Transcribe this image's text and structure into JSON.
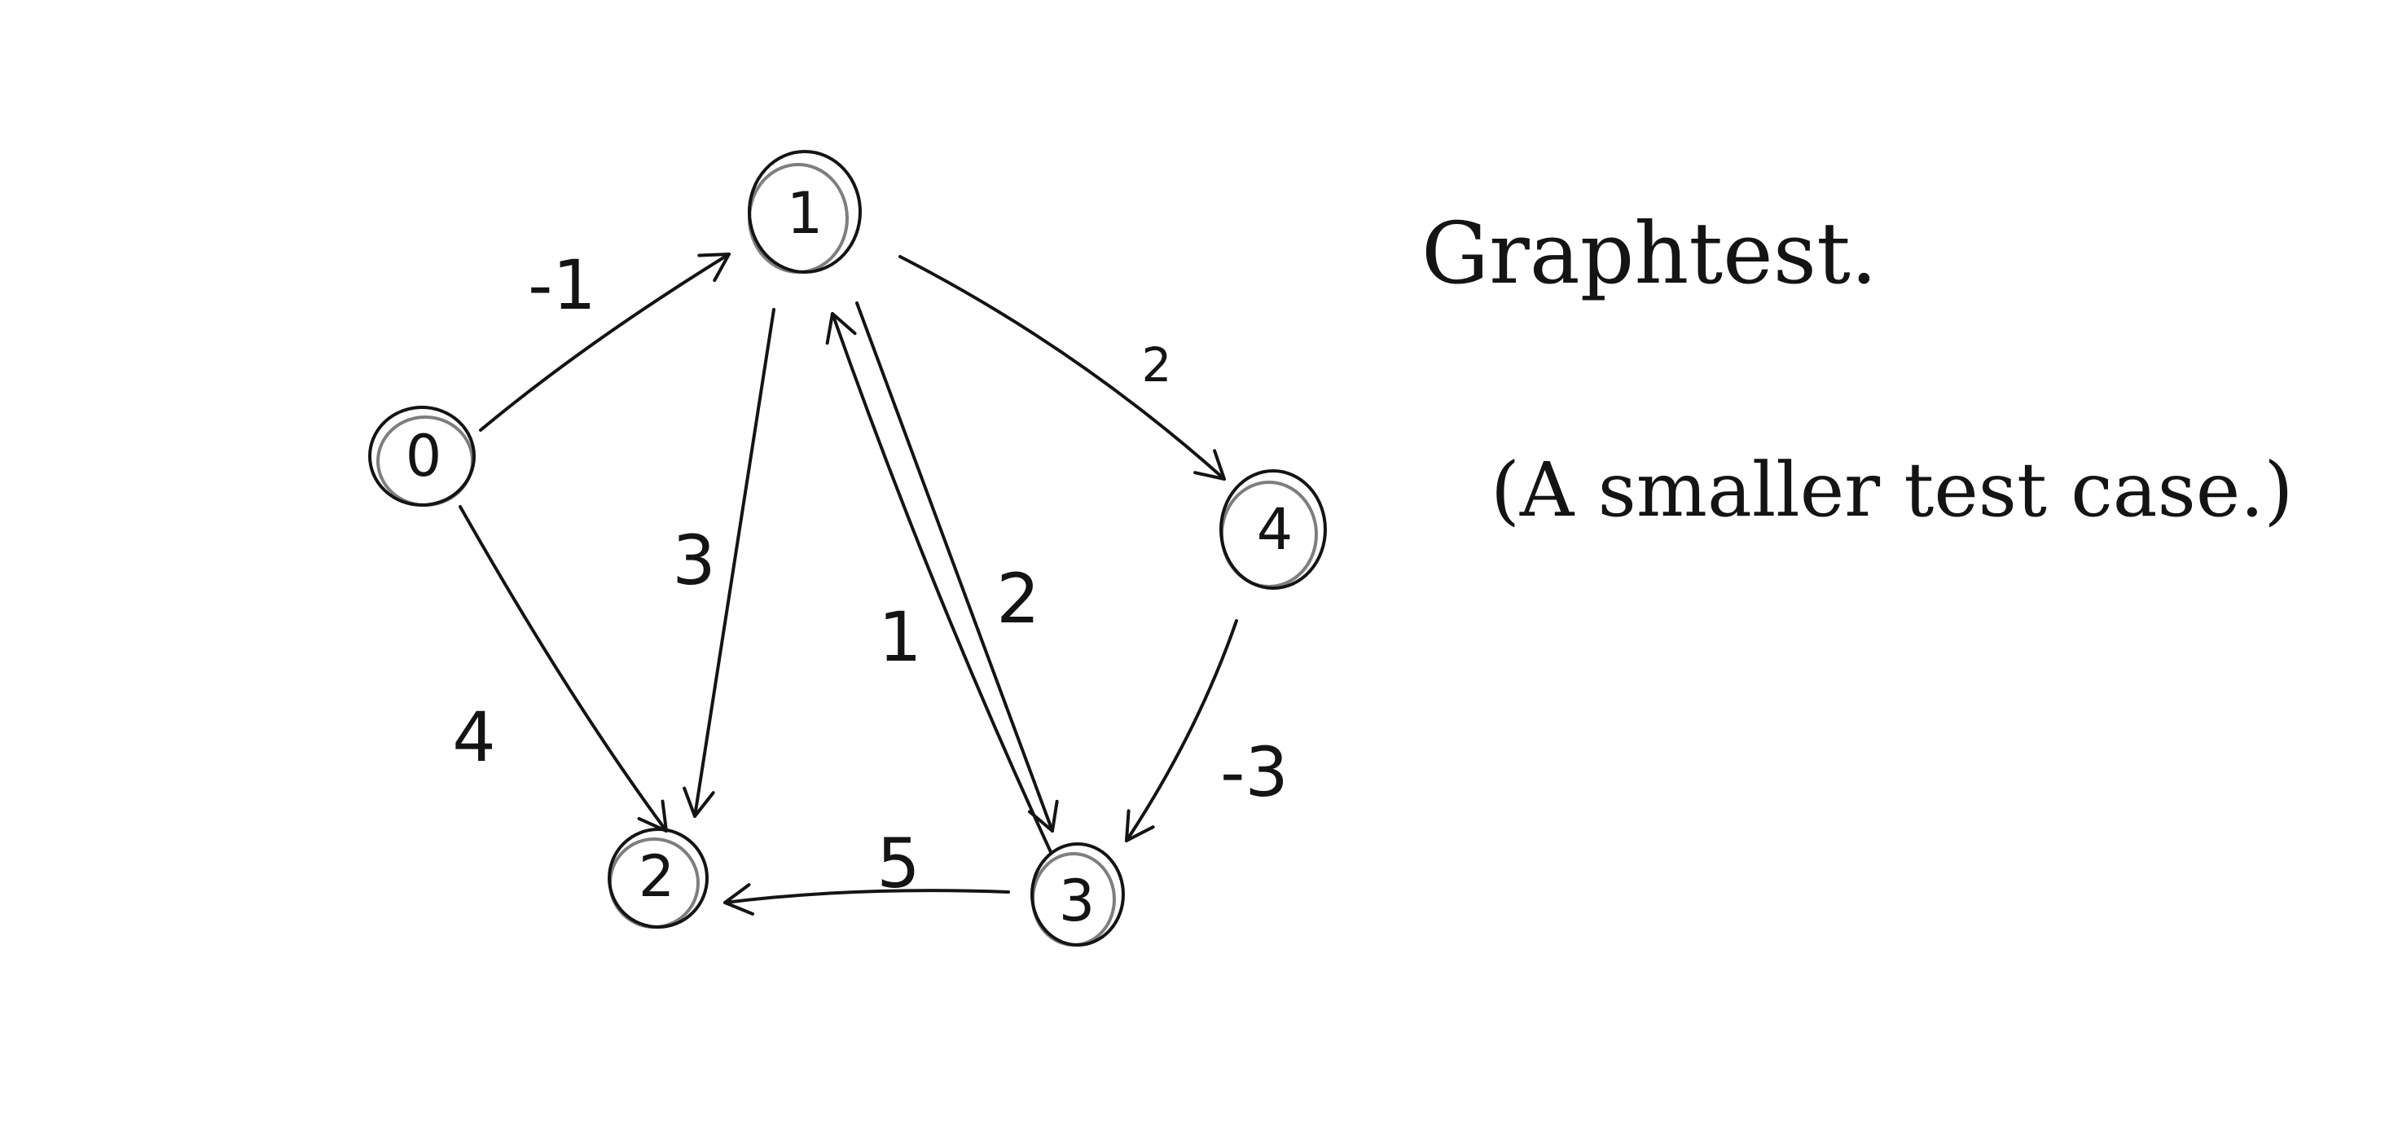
{
  "diagram": {
    "title": "Graphtest.",
    "subtitle": "(A smaller test case.)",
    "nodes": [
      {
        "id": "n0",
        "label": "0"
      },
      {
        "id": "n1",
        "label": "1"
      },
      {
        "id": "n2",
        "label": "2"
      },
      {
        "id": "n3",
        "label": "3"
      },
      {
        "id": "n4",
        "label": "4"
      }
    ],
    "edges": [
      {
        "from": "0",
        "to": "1",
        "weight": "-1"
      },
      {
        "from": "0",
        "to": "2",
        "weight": "4"
      },
      {
        "from": "1",
        "to": "2",
        "weight": "3"
      },
      {
        "from": "1",
        "to": "3",
        "weight": "2"
      },
      {
        "from": "3",
        "to": "1",
        "weight": "1"
      },
      {
        "from": "1",
        "to": "4",
        "weight": "2"
      },
      {
        "from": "4",
        "to": "3",
        "weight": "-3"
      },
      {
        "from": "3",
        "to": "2",
        "weight": "5"
      }
    ],
    "ink_color": "#141414"
  }
}
